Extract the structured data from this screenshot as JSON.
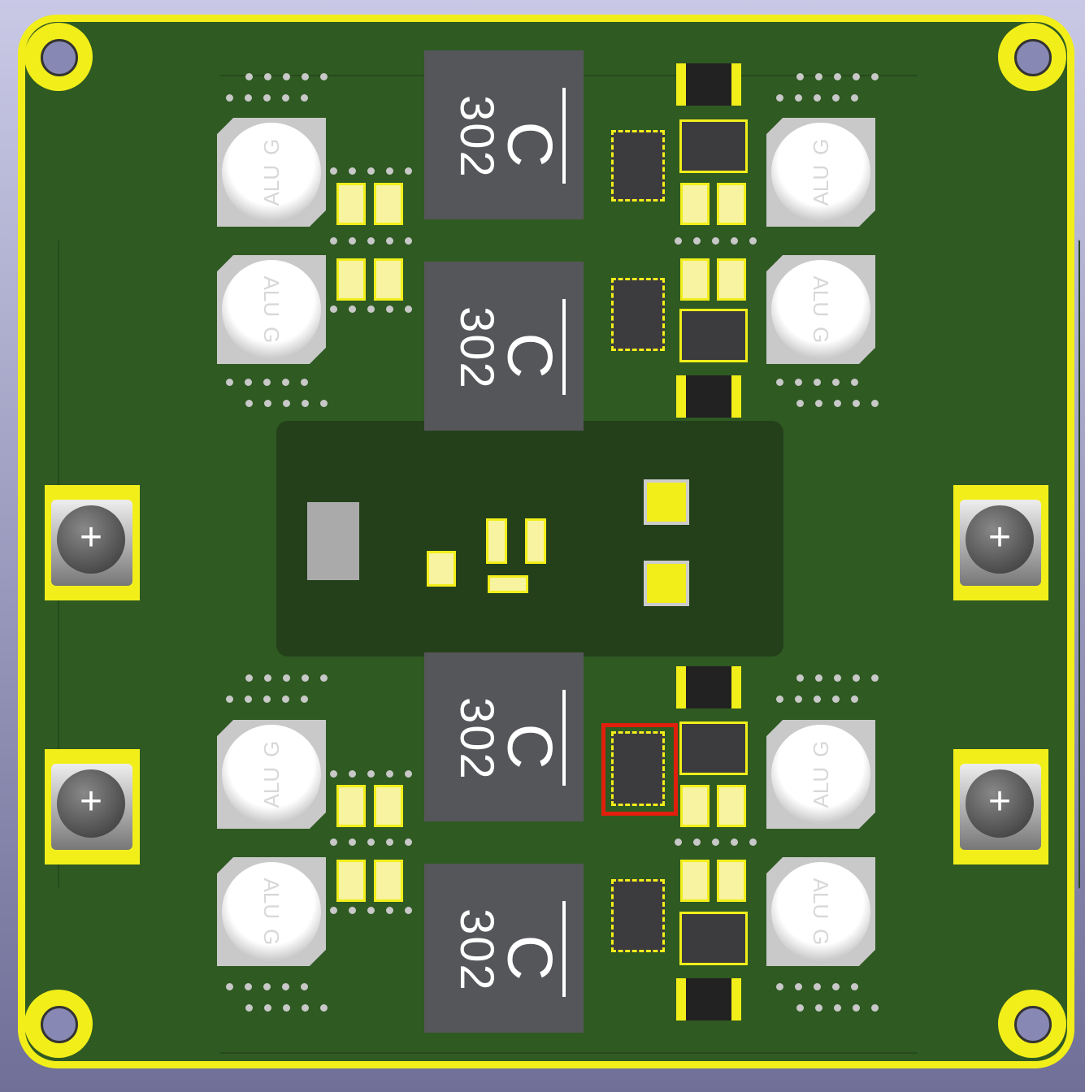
{
  "inductor": {
    "value": "302",
    "mark": "C"
  },
  "capacitor": {
    "line1": "ALU",
    "line2": "G"
  },
  "terminal": {
    "symbol": "+"
  },
  "colors": {
    "board": "#2f5a22",
    "copper_edge": "#f2ee1a",
    "selection": "#e0200c",
    "inductor": "#55565a"
  }
}
